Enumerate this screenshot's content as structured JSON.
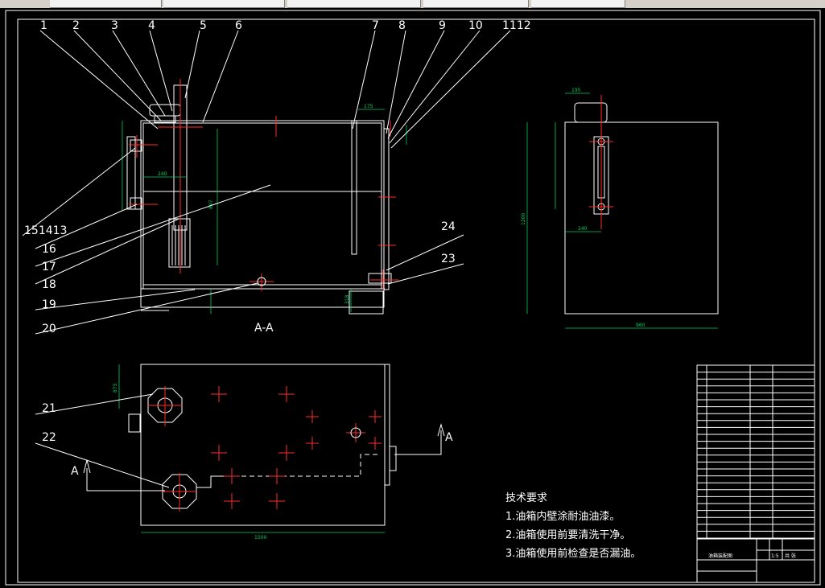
{
  "toolbar": {
    "tabs": [
      "",
      "",
      "",
      "",
      ""
    ]
  },
  "part_labels": [
    "1",
    "2",
    "3",
    "4",
    "5",
    "6",
    "7",
    "8",
    "9",
    "10",
    "1112",
    "151413",
    "16",
    "17",
    "18",
    "19",
    "20",
    "21",
    "22",
    "24",
    "23"
  ],
  "section_labels": {
    "section": "A-A",
    "arrow_left": "A",
    "arrow_right": "A"
  },
  "dimensions": {
    "d_width": "1500",
    "d_side_width": "960",
    "d_side_height": "1200",
    "d_depth": "875",
    "d_inner": "897",
    "d_240": "240",
    "d_175": "175",
    "d_195": "195",
    "d_318": "318"
  },
  "tech_requirements": {
    "title": "技术要求",
    "items": [
      "1.油箱内壁涂耐油油漆。",
      "2.油箱使用前要清洗干净。",
      "3.油箱使用前检查是否漏油。"
    ]
  },
  "title_block": {
    "drawing_name": "油箱装配图",
    "scale": "1:5",
    "sheet": "共 张"
  },
  "colors": {
    "outline": "#ffffff",
    "dimension": "#00d060",
    "centerline": "#ff2a2a",
    "background": "#000000"
  }
}
